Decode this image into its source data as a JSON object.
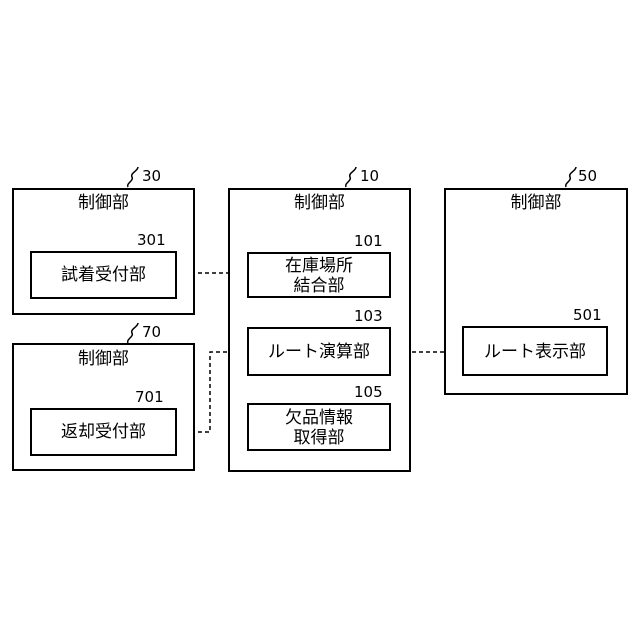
{
  "units": {
    "u30": {
      "ref": "30",
      "title": "制御部"
    },
    "u70": {
      "ref": "70",
      "title": "制御部"
    },
    "u10": {
      "ref": "10",
      "title": "制御部"
    },
    "u50": {
      "ref": "50",
      "title": "制御部"
    }
  },
  "blocks": {
    "b301": {
      "ref": "301",
      "label": "試着受付部"
    },
    "b701": {
      "ref": "701",
      "label": "返却受付部"
    },
    "b101": {
      "ref": "101",
      "line1": "在庫場所",
      "line2": "結合部"
    },
    "b103": {
      "ref": "103",
      "label": "ルート演算部"
    },
    "b105": {
      "ref": "105",
      "line1": "欠品情報",
      "line2": "取得部"
    },
    "b501": {
      "ref": "501",
      "label": "ルート表示部"
    }
  }
}
